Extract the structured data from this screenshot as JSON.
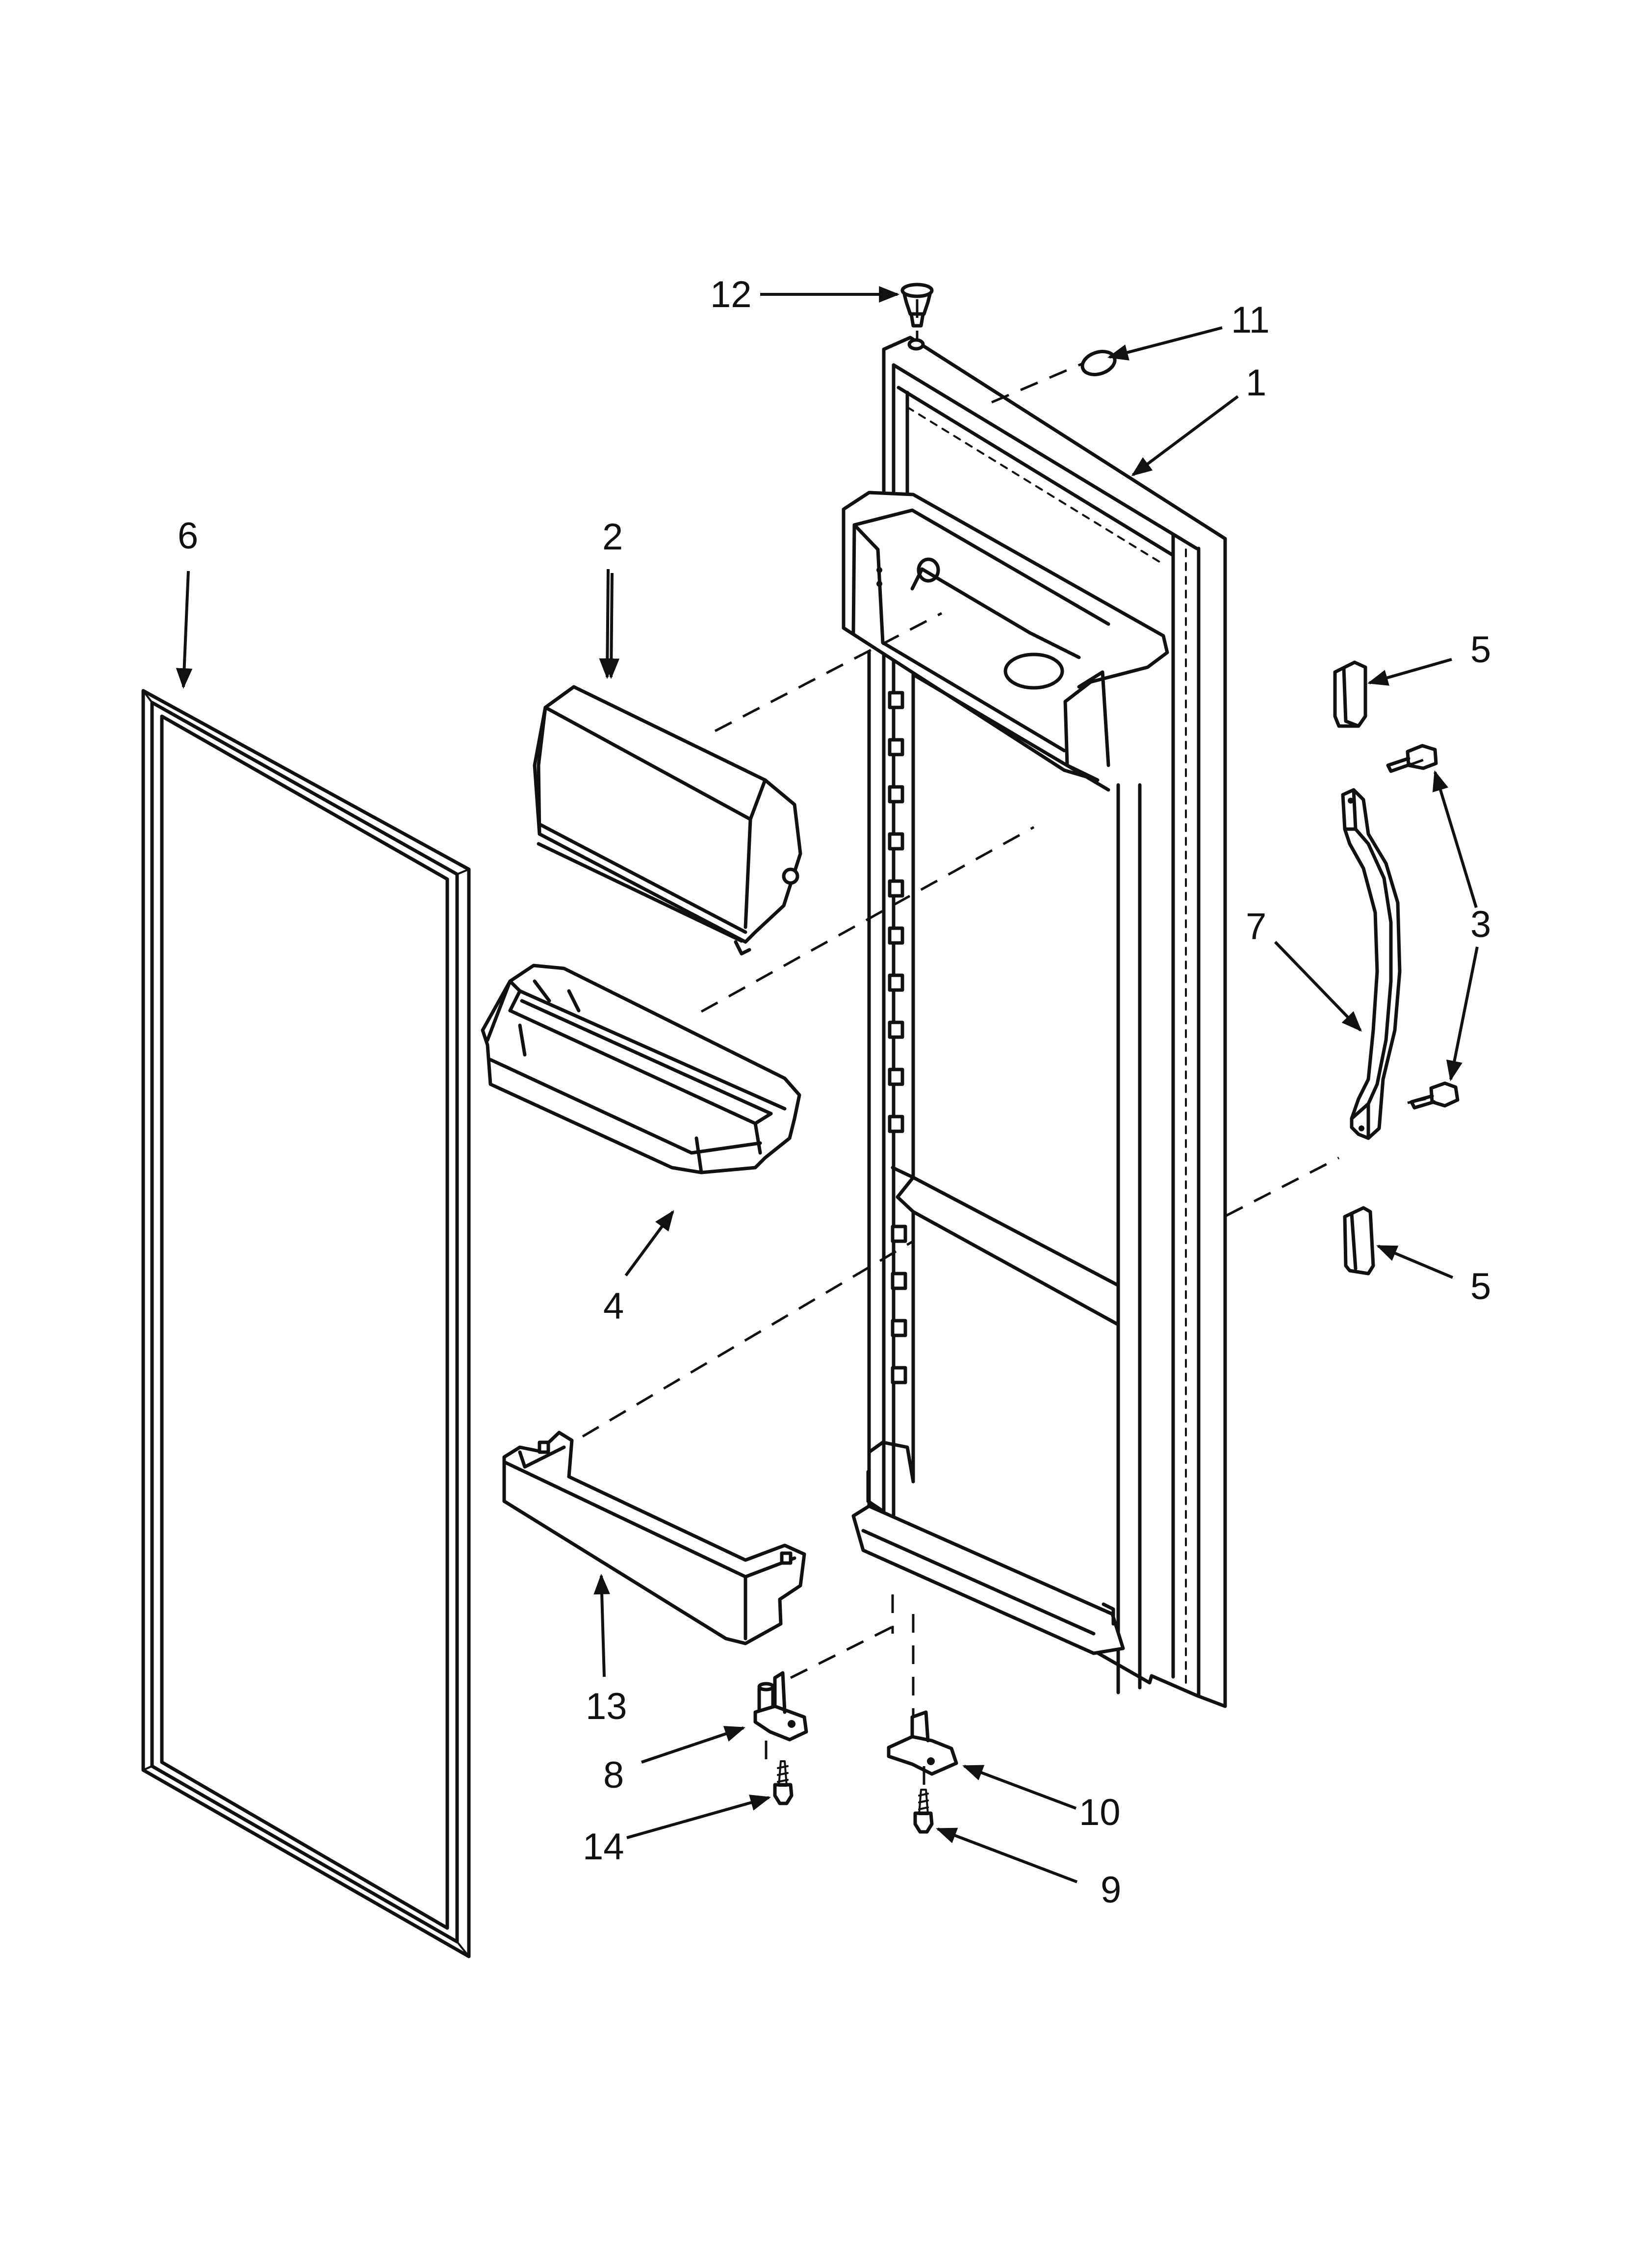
{
  "callouts": {
    "c1": "1",
    "c2": "2",
    "c3": "3",
    "c4": "4",
    "c5a": "5",
    "c5b": "5",
    "c6": "6",
    "c7": "7",
    "c8": "8",
    "c9": "9",
    "c10": "10",
    "c11": "11",
    "c12": "12",
    "c13": "13",
    "c14": "14"
  },
  "colors": {
    "ink": "#111111",
    "background": "#ffffff"
  }
}
